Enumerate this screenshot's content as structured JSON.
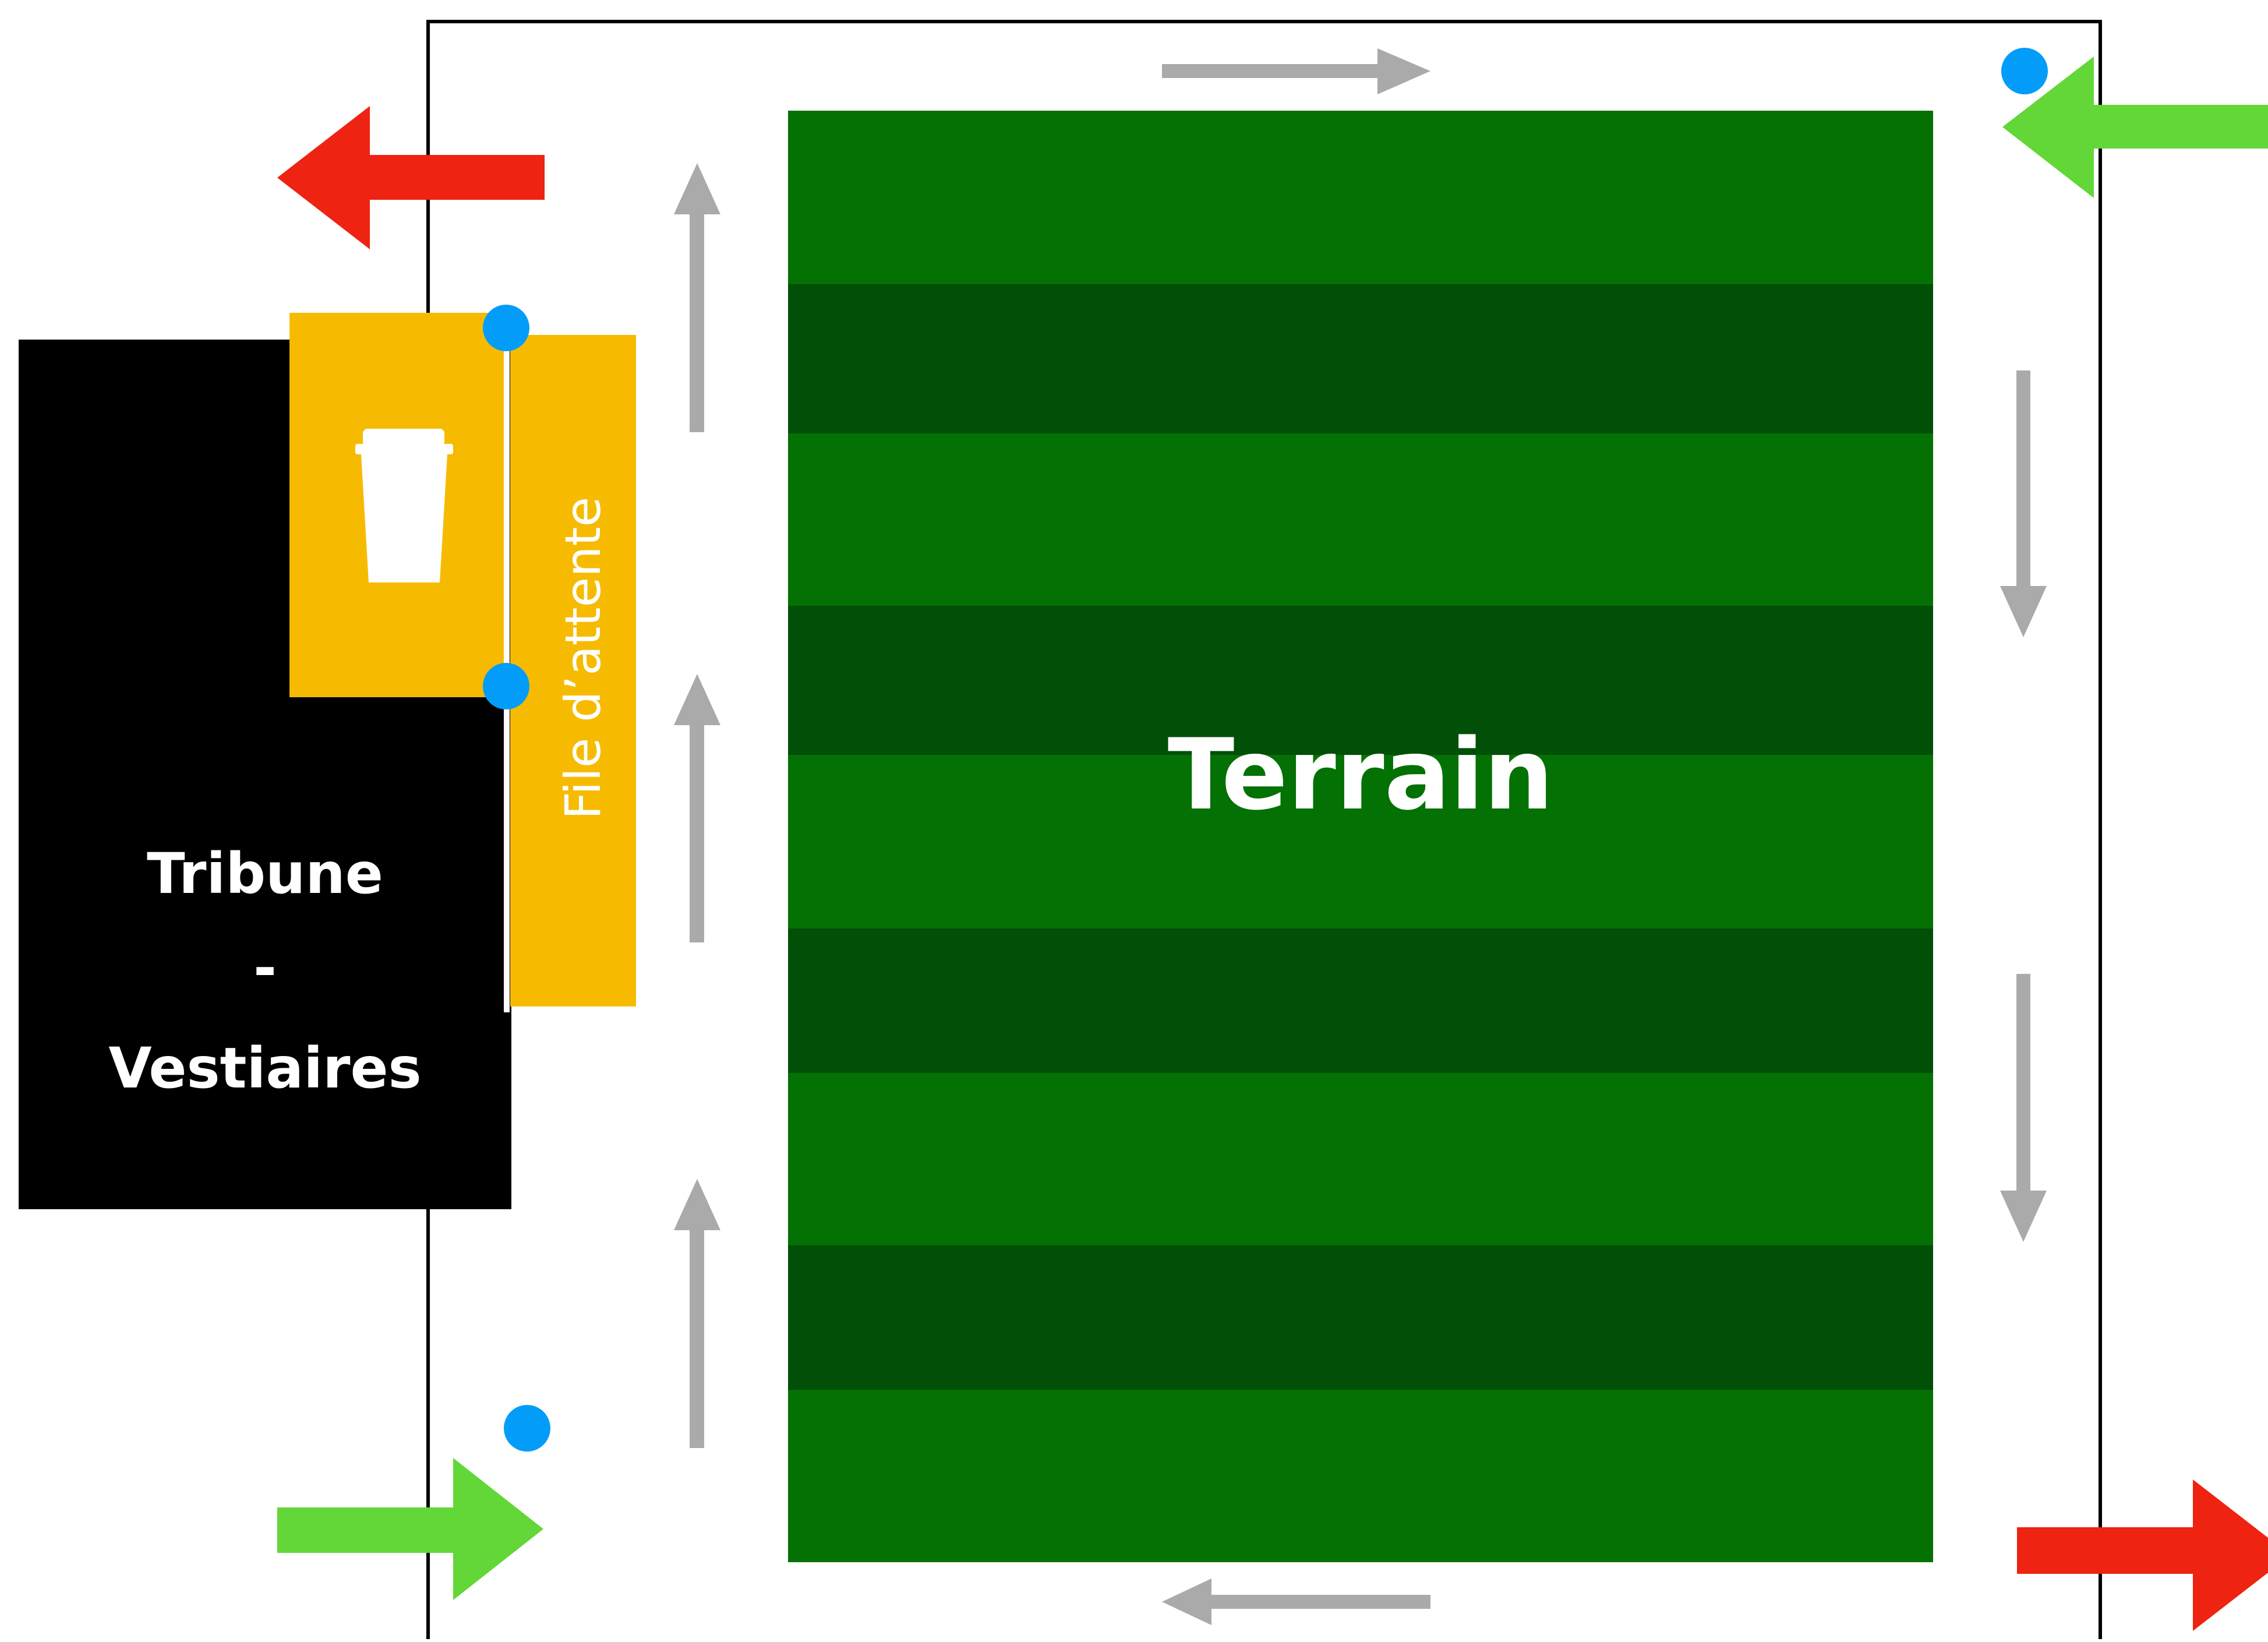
{
  "labels": {
    "field": "Terrain",
    "queue": "File d’attente",
    "stand_line1": "Tribune",
    "stand_line2": "-",
    "stand_line3": "Vestiaires"
  },
  "icons": {
    "refreshment": "coffee-cup-icon",
    "entrance": "green-entry-arrow",
    "exit": "red-exit-arrow",
    "flow": "grey-circulation-arrow",
    "checkpoint": "blue-dot-marker"
  },
  "colors": {
    "field_light": "#037103",
    "field_dark": "#024f08",
    "buvette": "#f6bb00",
    "stand": "#000000",
    "entry": "#62d737",
    "exit": "#ee2311",
    "flow": "#aaaaaa",
    "checkpoint": "#049cf9",
    "text_on_dark": "#ffffff"
  }
}
